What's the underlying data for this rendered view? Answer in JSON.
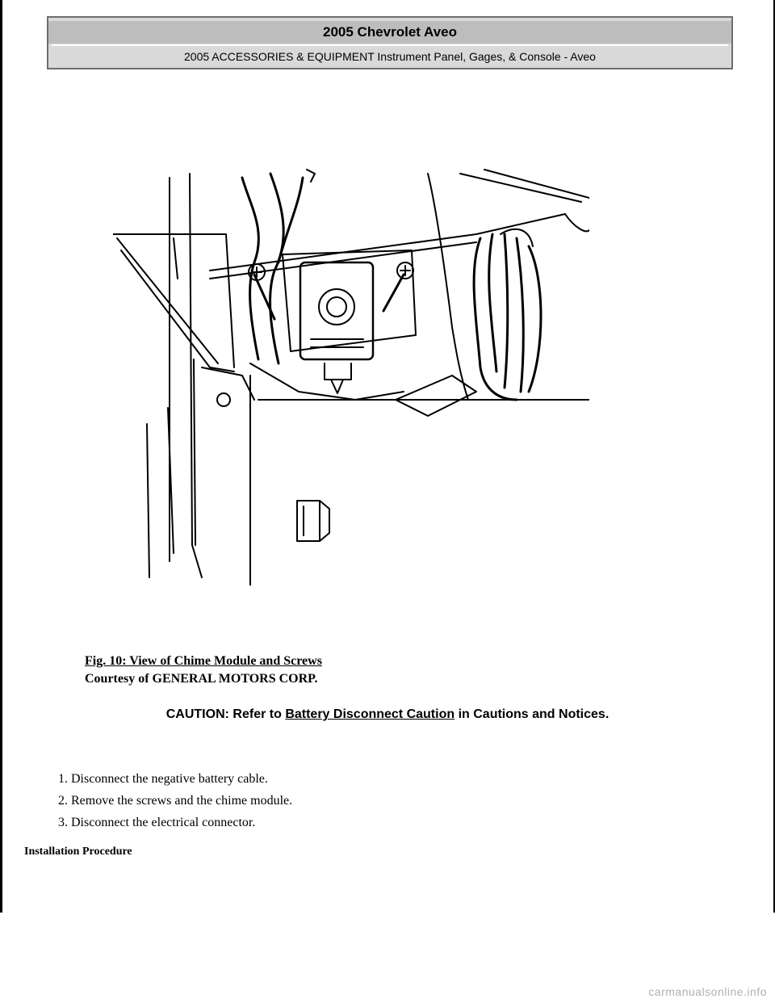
{
  "header": {
    "title": "2005 Chevrolet Aveo",
    "subtitle": "2005 ACCESSORIES & EQUIPMENT Instrument Panel, Gages, & Console - Aveo"
  },
  "figure": {
    "caption_title": "Fig. 10: View of Chime Module and Screws",
    "courtesy": "Courtesy of GENERAL MOTORS CORP."
  },
  "caution": {
    "label": "CAUTION:",
    "pre": "Refer to",
    "link": "Battery Disconnect Caution",
    "post": "in Cautions and Notices."
  },
  "steps": [
    "1.  Disconnect the negative battery cable.",
    "2.  Remove the screws and the chime module.",
    "3.  Disconnect the electrical connector."
  ],
  "section_heading": "Installation Procedure",
  "watermark": "carmanualsonline.info"
}
